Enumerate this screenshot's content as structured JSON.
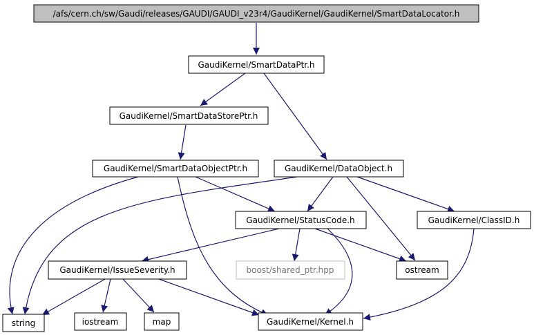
{
  "colors": {
    "edge": "#191970",
    "border": "#000000",
    "muted_border": "#bfbfbf",
    "muted_text": "#777777",
    "root_fill": "#bfbfbf",
    "node_fill": "#ffffff"
  },
  "nodes": {
    "root": "/afs/cern.ch/sw/Gaudi/releases/GAUDI/GAUDI_v23r4/GaudiKernel/GaudiKernel/SmartDataLocator.h",
    "smart_data_ptr": "GaudiKernel/SmartDataPtr.h",
    "smart_data_store_ptr": "GaudiKernel/SmartDataStorePtr.h",
    "smart_data_object_ptr": "GaudiKernel/SmartDataObjectPtr.h",
    "data_object": "GaudiKernel/DataObject.h",
    "status_code": "GaudiKernel/StatusCode.h",
    "class_id": "GaudiKernel/ClassID.h",
    "issue_severity": "GaudiKernel/IssueSeverity.h",
    "boost_shared_ptr": "boost/shared_ptr.hpp",
    "ostream": "ostream",
    "string": "string",
    "iostream": "iostream",
    "map": "map",
    "kernel": "GaudiKernel/Kernel.h"
  }
}
